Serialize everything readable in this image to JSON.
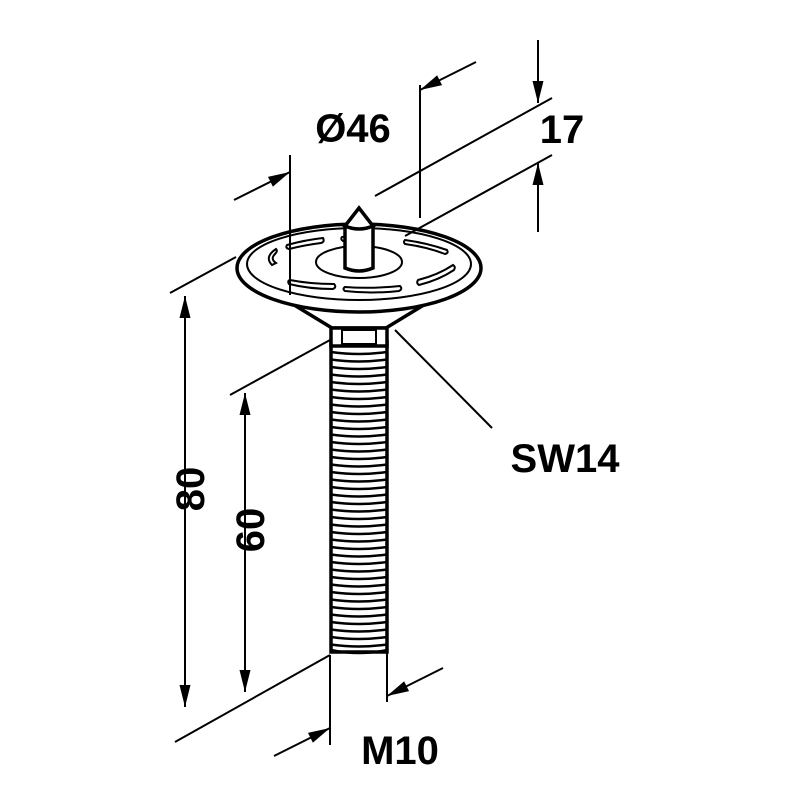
{
  "labels": {
    "diameter": "Ø46",
    "head_height": "17",
    "wrench_size": "SW14",
    "total_length": "80",
    "thread_length": "60",
    "thread": "M10"
  }
}
